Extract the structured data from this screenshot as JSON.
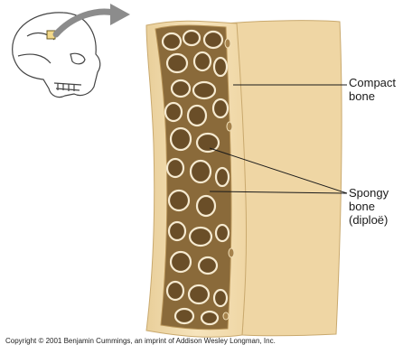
{
  "labels": {
    "compact": [
      "Compact",
      "bone"
    ],
    "spongy": [
      "Spongy",
      "bone",
      "(diploë)"
    ]
  },
  "copyright": "Copyright © 2001 Benjamin Cummings, an imprint of Addison Wesley Longman, Inc.",
  "colors": {
    "bone_surface": "#f3dfb3",
    "bone_shadow": "#e2c48e",
    "cancellous_fill": "#8a6a3a",
    "pore_rim": "#f6ead0",
    "arrow": "#8c8c8c",
    "highlight_square": "#f3d98a"
  }
}
